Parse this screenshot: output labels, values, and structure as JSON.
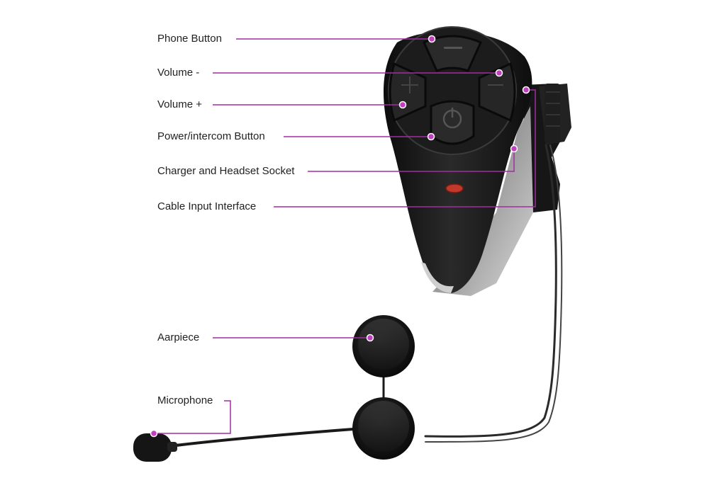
{
  "labels": {
    "phone_button": "Phone Button",
    "volume_minus": "Volume -",
    "volume_plus": "Volume +",
    "power_intercom": "Power/intercom Button",
    "charger_socket": "Charger and Headset Socket",
    "cable_input": "Cable Input Interface",
    "earpiece": "Aarpiece",
    "microphone": "Microphone"
  },
  "colors": {
    "leader_line": "#a32ca3",
    "marker_dot": "#c040c0",
    "device_body": "#1a1a1a",
    "device_chrome": "#b8b8b8"
  }
}
